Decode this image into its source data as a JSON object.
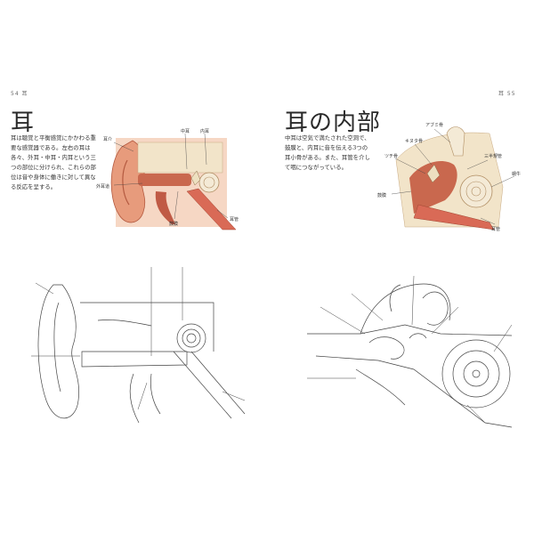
{
  "left_page": {
    "page_number": "54 耳",
    "title": "耳",
    "body": [
      "耳は聴覚と平衡感覚にかかわる重",
      "要な感覚器である。左右の耳は",
      "各々、外耳・中耳・内耳という三",
      "つの部位に分けられ、これらの部",
      "位は音や身体に働きに対して異な",
      "る反応を呈する。"
    ],
    "labels": {
      "auricle": "耳介",
      "ear_canal": "外耳道",
      "middle_ear": "中耳",
      "inner_ear": "内耳",
      "eardrum": "鼓膜",
      "eustachian": "耳管"
    }
  },
  "right_page": {
    "page_number": "耳 55",
    "title": "耳の内部",
    "body": [
      "中耳は空気で満たされた空洞で、",
      "鼓膜と、内耳に音を伝える3つの",
      "耳小骨がある。また、耳管を介し",
      "て咽につながっている。"
    ],
    "labels": {
      "stapes_left": "アブミ骨",
      "incus": "キヌタ骨",
      "malleus": "ツチ骨",
      "semicircular": "三半規管",
      "eardrum": "鼓膜",
      "cochlea": "蝸牛",
      "eustachian": "耳管"
    }
  },
  "colors": {
    "skin": "#e79b7c",
    "skin_dark": "#c9684e",
    "bone": "#f2e4c9",
    "tissue": "#d96a56",
    "line": "#444444"
  }
}
